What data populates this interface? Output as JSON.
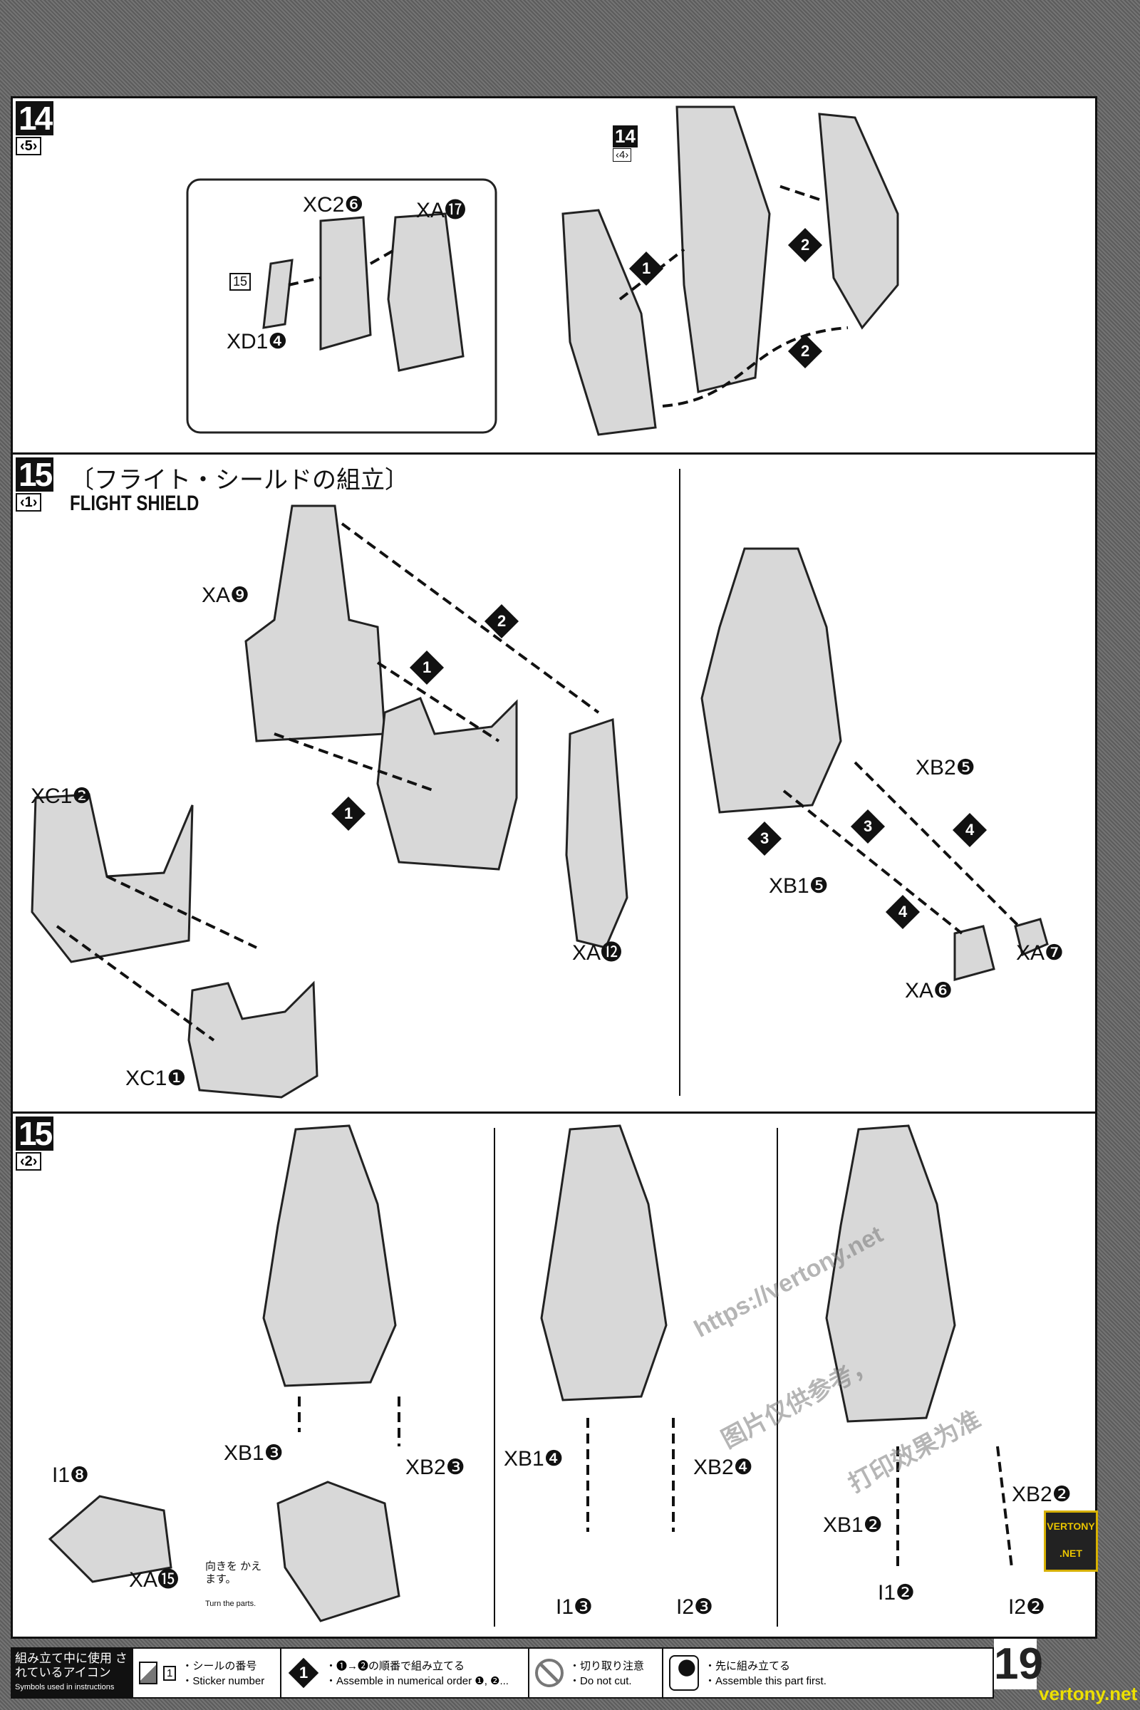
{
  "page_number": "19",
  "step14": {
    "step": "14",
    "substep": "‹5›",
    "ref_step": "14",
    "ref_substep": "‹4›",
    "parts": [
      "XC2❻",
      "XA⓱",
      "XD1❹"
    ],
    "sticker": "15",
    "orders": [
      "1",
      "2",
      "2"
    ]
  },
  "step15a": {
    "step": "15",
    "substep": "‹1›",
    "title_jp": "〔フライト・シールドの組立〕",
    "title_en": "FLIGHT SHIELD",
    "parts": [
      "XA❾",
      "XC1❷",
      "XA⓬",
      "XC1❶",
      "XB2❺",
      "XB1❺",
      "XA❼",
      "XA❻"
    ],
    "orders": [
      "2",
      "1",
      "1",
      "3",
      "3",
      "4",
      "4"
    ]
  },
  "step15b": {
    "step": "15",
    "substep": "‹2›",
    "parts": [
      "XB1❸",
      "XB2❸",
      "I1❽",
      "XA⓯",
      "XB1❹",
      "XB2❹",
      "I1❸",
      "I2❸",
      "XB1❷",
      "XB2❷",
      "I1❷",
      "I2❷"
    ],
    "turn_note_jp": "向きを かえます。",
    "turn_note_en": "Turn the parts."
  },
  "legend": {
    "heading_jp": "組み立て中に使用 されているアイコン",
    "heading_en": "Symbols used in instructions",
    "items": [
      {
        "icon": "sticker-icon",
        "sticker": "1",
        "jp": "・シールの番号",
        "en": "・Sticker number"
      },
      {
        "icon": "order-icon",
        "num": "1",
        "jp": "・❶→❷の順番で組み立てる",
        "en": "・Assemble in numerical order ❶, ❷..."
      },
      {
        "icon": "do-not-cut-icon",
        "jp": "・切り取り注意",
        "en": "・Do not cut."
      },
      {
        "icon": "assemble-first-icon",
        "jp": "・先に組み立てる",
        "en": "・Assemble this part first."
      }
    ]
  },
  "watermark": {
    "url": "https://vertony.net",
    "cn1": "图片仅供参考，",
    "cn2": "打印效果为准",
    "badge": "VERTONY .NET",
    "site": "vertony.net"
  }
}
